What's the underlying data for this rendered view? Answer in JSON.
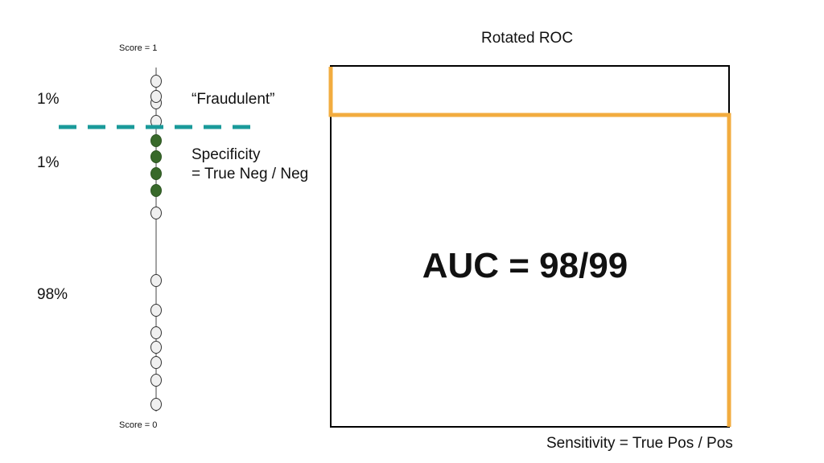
{
  "scale": {
    "top_label": "Score = 1",
    "bottom_label": "Score = 0"
  },
  "percentages": {
    "top": "1%",
    "middle": "1%",
    "bottom": "98%"
  },
  "labels": {
    "fraudulent": "“Fraudulent”",
    "specificity_line1": "Specificity",
    "specificity_line2": "= True Neg / Neg"
  },
  "roc": {
    "title": "Rotated ROC",
    "auc": "AUC = 98/99",
    "x_label": "Sensitivity = True Pos / Pos"
  },
  "colors": {
    "threshold_line": "#1a9a9a",
    "positive_dot": "#38692a",
    "roc_curve": "#f2ac3f",
    "negative_dot_fill": "#f0f0f0",
    "box_stroke": "#000000"
  }
}
